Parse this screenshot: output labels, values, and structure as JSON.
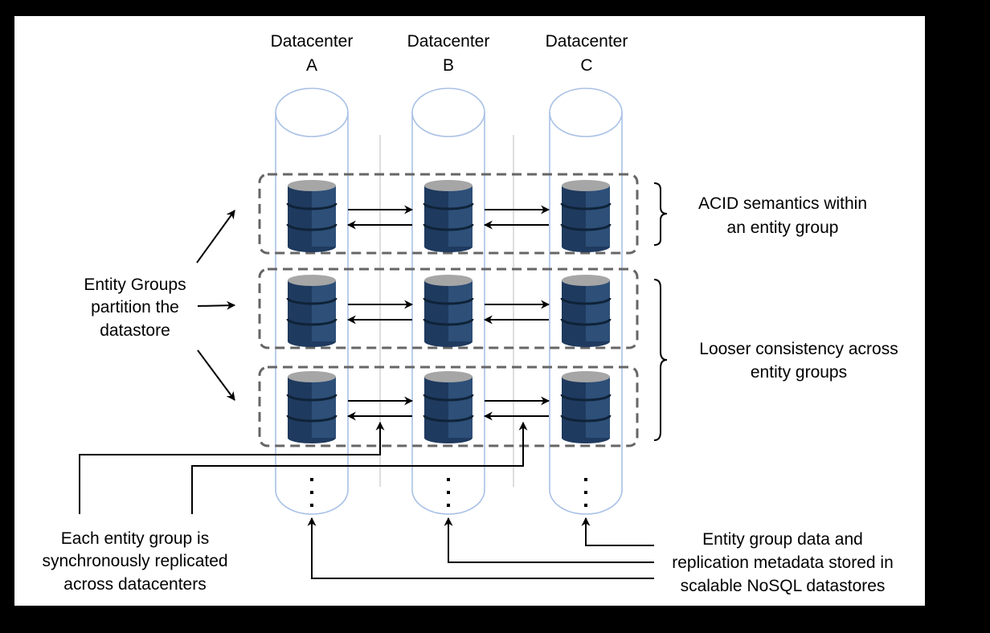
{
  "columns": [
    {
      "line1": "Datacenter",
      "line2": "A"
    },
    {
      "line1": "Datacenter",
      "line2": "B"
    },
    {
      "line1": "Datacenter",
      "line2": "C"
    }
  ],
  "entity_groups_label": [
    "Entity Groups",
    "partition the",
    "datastore"
  ],
  "acid_label": [
    "ACID semantics within",
    "an entity group"
  ],
  "looser_label": [
    "Looser consistency across",
    "entity groups"
  ],
  "replication_label": [
    "Each entity group is",
    "synchronously replicated",
    "across datacenters"
  ],
  "storage_label": [
    "Entity group data and",
    "replication metadata stored in",
    "scalable NoSQL datastores"
  ],
  "ellipsis": "⋮",
  "colors": {
    "background": "#000000",
    "canvas": "#ffffff",
    "cylinder_stroke": "#a9c1e6",
    "db_dark": "#1f3a5f",
    "db_mid": "#2d4f78",
    "db_top": "#a6a6a6",
    "group_border": "#666666",
    "divider": "#c8c8c8"
  },
  "icons": {
    "database": "database-icon",
    "datacenter": "cylinder-icon",
    "arrow": "arrow-icon",
    "brace": "curly-brace-icon"
  }
}
